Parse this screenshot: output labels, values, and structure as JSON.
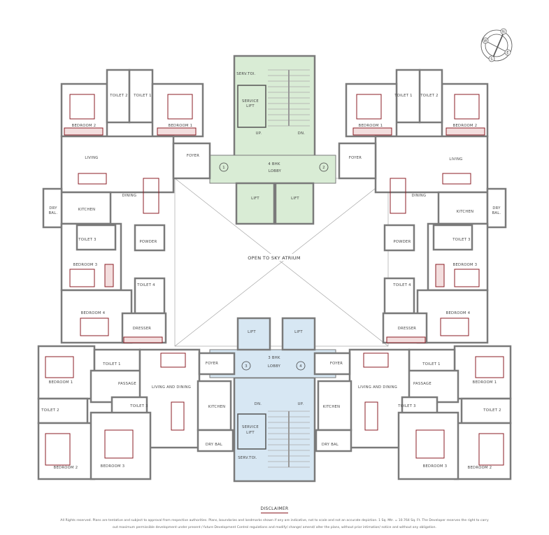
{
  "colors": {
    "wall": "#7a7a7a",
    "furniture": "#8b1c24",
    "lobby_4bhk": "#d9ecd5",
    "lobby_3bhk": "#d7e7f3"
  },
  "compass": {
    "n": "N",
    "e": "E",
    "s": "S",
    "w": "W"
  },
  "atrium": {
    "label": "OPEN TO SKY ATRIUM"
  },
  "top_core": {
    "labels": [
      "SERV.TOI.",
      "SERVICE",
      "LIFT",
      "UP.",
      "DN.",
      "4 BHK",
      "LOBBY",
      "1",
      "2",
      "LIFT",
      "LIFT"
    ]
  },
  "bottom_core": {
    "labels": [
      "LIFT",
      "LIFT",
      "3 BHK",
      "LOBBY",
      "3",
      "4",
      "DN.",
      "UP.",
      "SERVICE",
      "LIFT",
      "SERV.TOI."
    ]
  },
  "top_left": {
    "rooms": [
      "TOILET 2",
      "TOILET 1",
      "BEDROOM 2",
      "BEDROOM 1",
      "LIVING",
      "FOYER",
      "DINING",
      "KITCHEN",
      "DRY",
      "BAL.",
      "TOILET 3",
      "POWDER",
      "BEDROOM 3",
      "TOILET 4",
      "BEDROOM 4",
      "DRESSER"
    ]
  },
  "top_right": {
    "rooms": [
      "TOILET 1",
      "TOILET 2",
      "BEDROOM 1",
      "BEDROOM 2",
      "FOYER",
      "LIVING",
      "DINING",
      "KITCHEN",
      "DRY",
      "BAL.",
      "TOILET 3",
      "POWDER",
      "BEDROOM 3",
      "TOILET 4",
      "BEDROOM 4",
      "DRESSER"
    ]
  },
  "bottom_left": {
    "rooms": [
      "TOILET 1",
      "FOYER",
      "BEDROOM 1",
      "PASSAGE",
      "LIVING AND DINING",
      "TOILET 2",
      "TOILET 3",
      "KITCHEN",
      "DRY BAL",
      "BEDROOM 2",
      "BEDROOM 3"
    ]
  },
  "bottom_right": {
    "rooms": [
      "FOYER",
      "TOILET 1",
      "LIVING AND DINING",
      "PASSAGE",
      "BEDROOM 1",
      "KITCHEN",
      "TOILET 3",
      "TOILET 2",
      "DRY BAL",
      "BEDROOM 3",
      "BEDROOM 2"
    ]
  },
  "disclaimer": {
    "title": "DISCLAIMER",
    "text": "All Rights reserved. Plans are tentative and subject to approval from respective authorities. Plans, boundaries and landmarks shown if any are indicative, not to scale and not an accurate depiction. 1 Sq. Mtr. = 10.764 Sq. Ft. The Developer reserves the right to carry out maximum permissible development under present / future Development Control regulations and modify/ change/ amend/ alter the plans, without prior intimation/ notice and without any obligation."
  }
}
